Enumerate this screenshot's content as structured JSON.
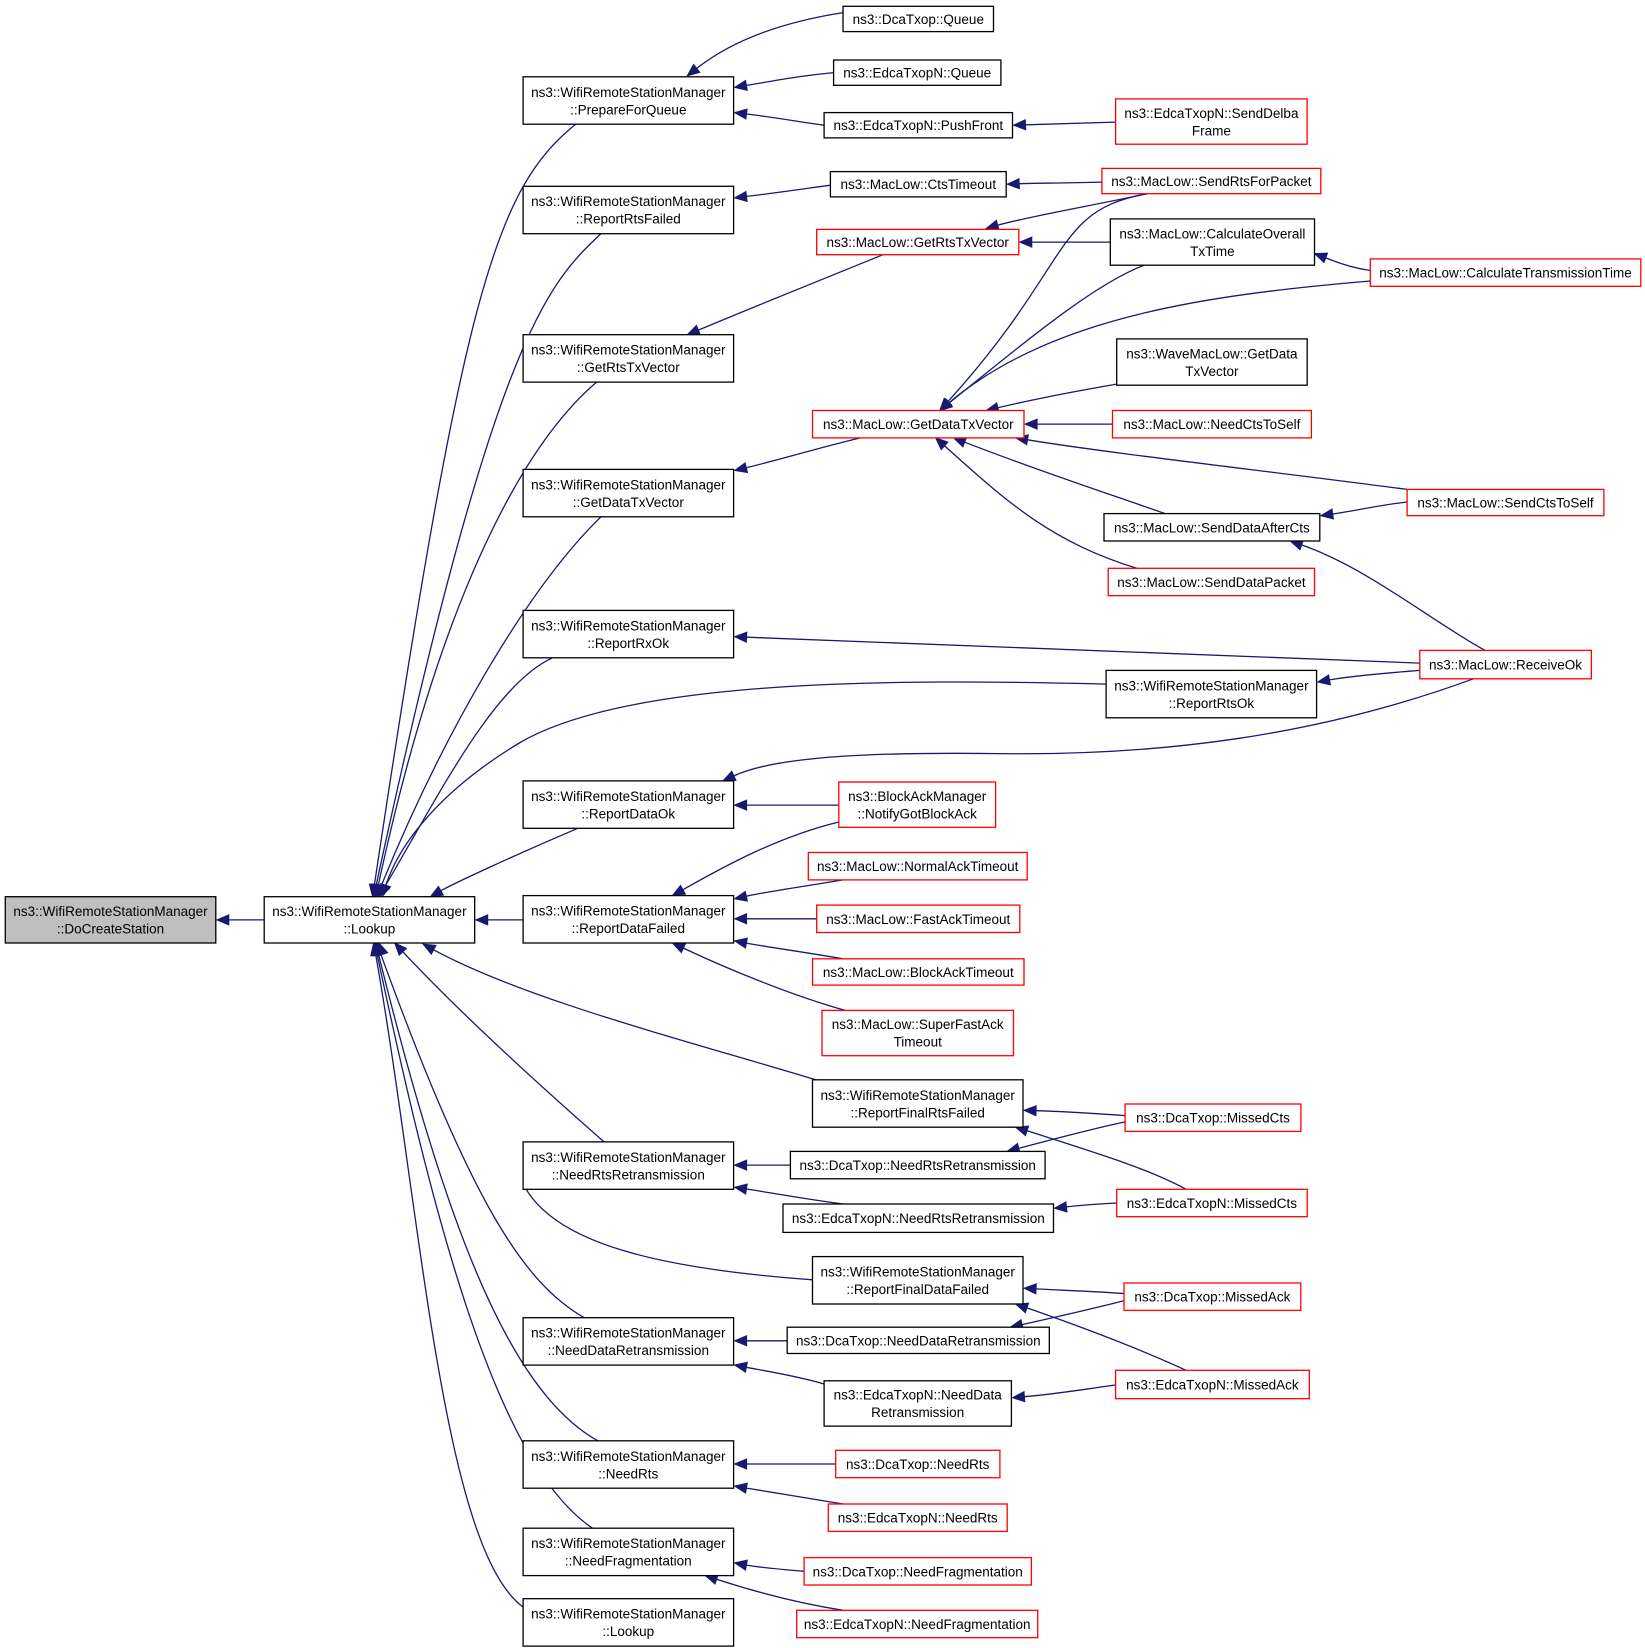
{
  "diagram": {
    "nodes": {
      "docreate": {
        "lines": [
          "ns3::WifiRemoteStationManager",
          "::DoCreateStation"
        ],
        "style": "root"
      },
      "lookup": {
        "lines": [
          "ns3::WifiRemoteStationManager",
          "::Lookup"
        ],
        "style": "black"
      },
      "prepare": {
        "lines": [
          "ns3::WifiRemoteStationManager",
          "::PrepareForQueue"
        ],
        "style": "black"
      },
      "rtsfailed": {
        "lines": [
          "ns3::WifiRemoteStationManager",
          "::ReportRtsFailed"
        ],
        "style": "black"
      },
      "getrts": {
        "lines": [
          "ns3::WifiRemoteStationManager",
          "::GetRtsTxVector"
        ],
        "style": "black"
      },
      "getdata": {
        "lines": [
          "ns3::WifiRemoteStationManager",
          "::GetDataTxVector"
        ],
        "style": "black"
      },
      "rxok": {
        "lines": [
          "ns3::WifiRemoteStationManager",
          "::ReportRxOk"
        ],
        "style": "black"
      },
      "rtsok": {
        "lines": [
          "ns3::WifiRemoteStationManager",
          "::ReportRtsOk"
        ],
        "style": "black"
      },
      "dataok": {
        "lines": [
          "ns3::WifiRemoteStationManager",
          "::ReportDataOk"
        ],
        "style": "black"
      },
      "datafailed": {
        "lines": [
          "ns3::WifiRemoteStationManager",
          "::ReportDataFailed"
        ],
        "style": "black"
      },
      "finalrts": {
        "lines": [
          "ns3::WifiRemoteStationManager",
          "::ReportFinalRtsFailed"
        ],
        "style": "black"
      },
      "needrtsret": {
        "lines": [
          "ns3::WifiRemoteStationManager",
          "::NeedRtsRetransmission"
        ],
        "style": "black"
      },
      "finaldata": {
        "lines": [
          "ns3::WifiRemoteStationManager",
          "::ReportFinalDataFailed"
        ],
        "style": "black"
      },
      "needdataret": {
        "lines": [
          "ns3::WifiRemoteStationManager",
          "::NeedDataRetransmission"
        ],
        "style": "black"
      },
      "needrts": {
        "lines": [
          "ns3::WifiRemoteStationManager",
          "::NeedRts"
        ],
        "style": "black"
      },
      "needfrag": {
        "lines": [
          "ns3::WifiRemoteStationManager",
          "::NeedFragmentation"
        ],
        "style": "black"
      },
      "lookup2": {
        "lines": [
          "ns3::WifiRemoteStationManager",
          "::Lookup"
        ],
        "style": "black"
      },
      "dcaqueue": {
        "lines": [
          "ns3::DcaTxop::Queue"
        ],
        "style": "black"
      },
      "edcaqueue": {
        "lines": [
          "ns3::EdcaTxopN::Queue"
        ],
        "style": "black"
      },
      "pushfront": {
        "lines": [
          "ns3::EdcaTxopN::PushFront"
        ],
        "style": "black"
      },
      "delba": {
        "lines": [
          "ns3::EdcaTxopN::SendDelba",
          "Frame"
        ],
        "style": "red"
      },
      "ctstimeout": {
        "lines": [
          "ns3::MacLow::CtsTimeout"
        ],
        "style": "black"
      },
      "sendrts": {
        "lines": [
          "ns3::MacLow::SendRtsForPacket"
        ],
        "style": "red"
      },
      "macgetrts": {
        "lines": [
          "ns3::MacLow::GetRtsTxVector"
        ],
        "style": "red"
      },
      "calcoverall": {
        "lines": [
          "ns3::MacLow::CalculateOverall",
          "TxTime"
        ],
        "style": "black"
      },
      "calctrans": {
        "lines": [
          "ns3::MacLow::CalculateTransmissionTime"
        ],
        "style": "red"
      },
      "wavegetdata": {
        "lines": [
          "ns3::WaveMacLow::GetData",
          "TxVector"
        ],
        "style": "black"
      },
      "macgetdata": {
        "lines": [
          "ns3::MacLow::GetDataTxVector"
        ],
        "style": "red"
      },
      "needctstoself": {
        "lines": [
          "ns3::MacLow::NeedCtsToSelf"
        ],
        "style": "red"
      },
      "sendctstoself": {
        "lines": [
          "ns3::MacLow::SendCtsToSelf"
        ],
        "style": "red"
      },
      "senddataaftercts": {
        "lines": [
          "ns3::MacLow::SendDataAfterCts"
        ],
        "style": "black"
      },
      "senddatapacket": {
        "lines": [
          "ns3::MacLow::SendDataPacket"
        ],
        "style": "red"
      },
      "receiveok": {
        "lines": [
          "ns3::MacLow::ReceiveOk"
        ],
        "style": "red"
      },
      "notifyblockack": {
        "lines": [
          "ns3::BlockAckManager",
          "::NotifyGotBlockAck"
        ],
        "style": "red"
      },
      "normalack": {
        "lines": [
          "ns3::MacLow::NormalAckTimeout"
        ],
        "style": "red"
      },
      "fastack": {
        "lines": [
          "ns3::MacLow::FastAckTimeout"
        ],
        "style": "red"
      },
      "blockacktimeout": {
        "lines": [
          "ns3::MacLow::BlockAckTimeout"
        ],
        "style": "red"
      },
      "superfast": {
        "lines": [
          "ns3::MacLow::SuperFastAck",
          "Timeout"
        ],
        "style": "red"
      },
      "dcamissedcts": {
        "lines": [
          "ns3::DcaTxop::MissedCts"
        ],
        "style": "red"
      },
      "dcaneedrtsret": {
        "lines": [
          "ns3::DcaTxop::NeedRtsRetransmission"
        ],
        "style": "black"
      },
      "edcamissedcts": {
        "lines": [
          "ns3::EdcaTxopN::MissedCts"
        ],
        "style": "red"
      },
      "edcaneedrtsret": {
        "lines": [
          "ns3::EdcaTxopN::NeedRtsRetransmission"
        ],
        "style": "black"
      },
      "dcamissedack": {
        "lines": [
          "ns3::DcaTxop::MissedAck"
        ],
        "style": "red"
      },
      "dcaneeddataret": {
        "lines": [
          "ns3::DcaTxop::NeedDataRetransmission"
        ],
        "style": "black"
      },
      "edcamissedack": {
        "lines": [
          "ns3::EdcaTxopN::MissedAck"
        ],
        "style": "red"
      },
      "edcaneeddataret": {
        "lines": [
          "ns3::EdcaTxopN::NeedData",
          "Retransmission"
        ],
        "style": "black"
      },
      "dcaneedrts": {
        "lines": [
          "ns3::DcaTxop::NeedRts"
        ],
        "style": "red"
      },
      "edcaneedrts": {
        "lines": [
          "ns3::EdcaTxopN::NeedRts"
        ],
        "style": "red"
      },
      "dcaneedfrag": {
        "lines": [
          "ns3::DcaTxop::NeedFragmentation"
        ],
        "style": "red"
      },
      "edcaneedfrag": {
        "lines": [
          "ns3::EdcaTxopN::NeedFragmentation"
        ],
        "style": "red"
      }
    },
    "edges": [
      [
        "lookup",
        "docreate"
      ],
      [
        "prepare",
        "lookup"
      ],
      [
        "rtsfailed",
        "lookup"
      ],
      [
        "getrts",
        "lookup"
      ],
      [
        "getdata",
        "lookup"
      ],
      [
        "rxok",
        "lookup"
      ],
      [
        "rtsok",
        "lookup"
      ],
      [
        "dataok",
        "lookup"
      ],
      [
        "datafailed",
        "lookup"
      ],
      [
        "finalrts",
        "lookup"
      ],
      [
        "needrtsret",
        "lookup"
      ],
      [
        "finaldata",
        "lookup"
      ],
      [
        "needdataret",
        "lookup"
      ],
      [
        "needrts",
        "lookup"
      ],
      [
        "needfrag",
        "lookup"
      ],
      [
        "lookup2",
        "lookup"
      ],
      [
        "dcaqueue",
        "prepare"
      ],
      [
        "edcaqueue",
        "prepare"
      ],
      [
        "pushfront",
        "prepare"
      ],
      [
        "delba",
        "pushfront"
      ],
      [
        "ctstimeout",
        "rtsfailed"
      ],
      [
        "sendrts",
        "ctstimeout"
      ],
      [
        "macgetrts",
        "getrts"
      ],
      [
        "sendrts",
        "macgetrts"
      ],
      [
        "calcoverall",
        "macgetrts"
      ],
      [
        "calctrans",
        "calcoverall"
      ],
      [
        "macgetdata",
        "getdata"
      ],
      [
        "sendrts",
        "macgetdata"
      ],
      [
        "calcoverall",
        "macgetdata"
      ],
      [
        "calctrans",
        "macgetdata"
      ],
      [
        "wavegetdata",
        "macgetdata"
      ],
      [
        "needctstoself",
        "macgetdata"
      ],
      [
        "sendctstoself",
        "macgetdata"
      ],
      [
        "senddataaftercts",
        "macgetdata"
      ],
      [
        "senddatapacket",
        "macgetdata"
      ],
      [
        "sendctstoself",
        "senddataaftercts"
      ],
      [
        "receiveok",
        "senddataaftercts"
      ],
      [
        "receiveok",
        "rxok"
      ],
      [
        "receiveok",
        "rtsok"
      ],
      [
        "receiveok",
        "dataok"
      ],
      [
        "notifyblockack",
        "dataok"
      ],
      [
        "notifyblockack",
        "datafailed"
      ],
      [
        "normalack",
        "datafailed"
      ],
      [
        "fastack",
        "datafailed"
      ],
      [
        "blockacktimeout",
        "datafailed"
      ],
      [
        "superfast",
        "datafailed"
      ],
      [
        "dcamissedcts",
        "finalrts"
      ],
      [
        "edcamissedcts",
        "finalrts"
      ],
      [
        "dcaneedrtsret",
        "needrtsret"
      ],
      [
        "edcaneedrtsret",
        "needrtsret"
      ],
      [
        "dcamissedcts",
        "dcaneedrtsret"
      ],
      [
        "edcamissedcts",
        "edcaneedrtsret"
      ],
      [
        "dcamissedack",
        "finaldata"
      ],
      [
        "edcamissedack",
        "finaldata"
      ],
      [
        "dcaneeddataret",
        "needdataret"
      ],
      [
        "edcaneeddataret",
        "needdataret"
      ],
      [
        "dcamissedack",
        "dcaneeddataret"
      ],
      [
        "edcamissedack",
        "edcaneeddataret"
      ],
      [
        "dcaneedrts",
        "needrts"
      ],
      [
        "edcaneedrts",
        "needrts"
      ],
      [
        "dcaneedfrag",
        "needfrag"
      ],
      [
        "edcaneedfrag",
        "needfrag"
      ]
    ]
  }
}
